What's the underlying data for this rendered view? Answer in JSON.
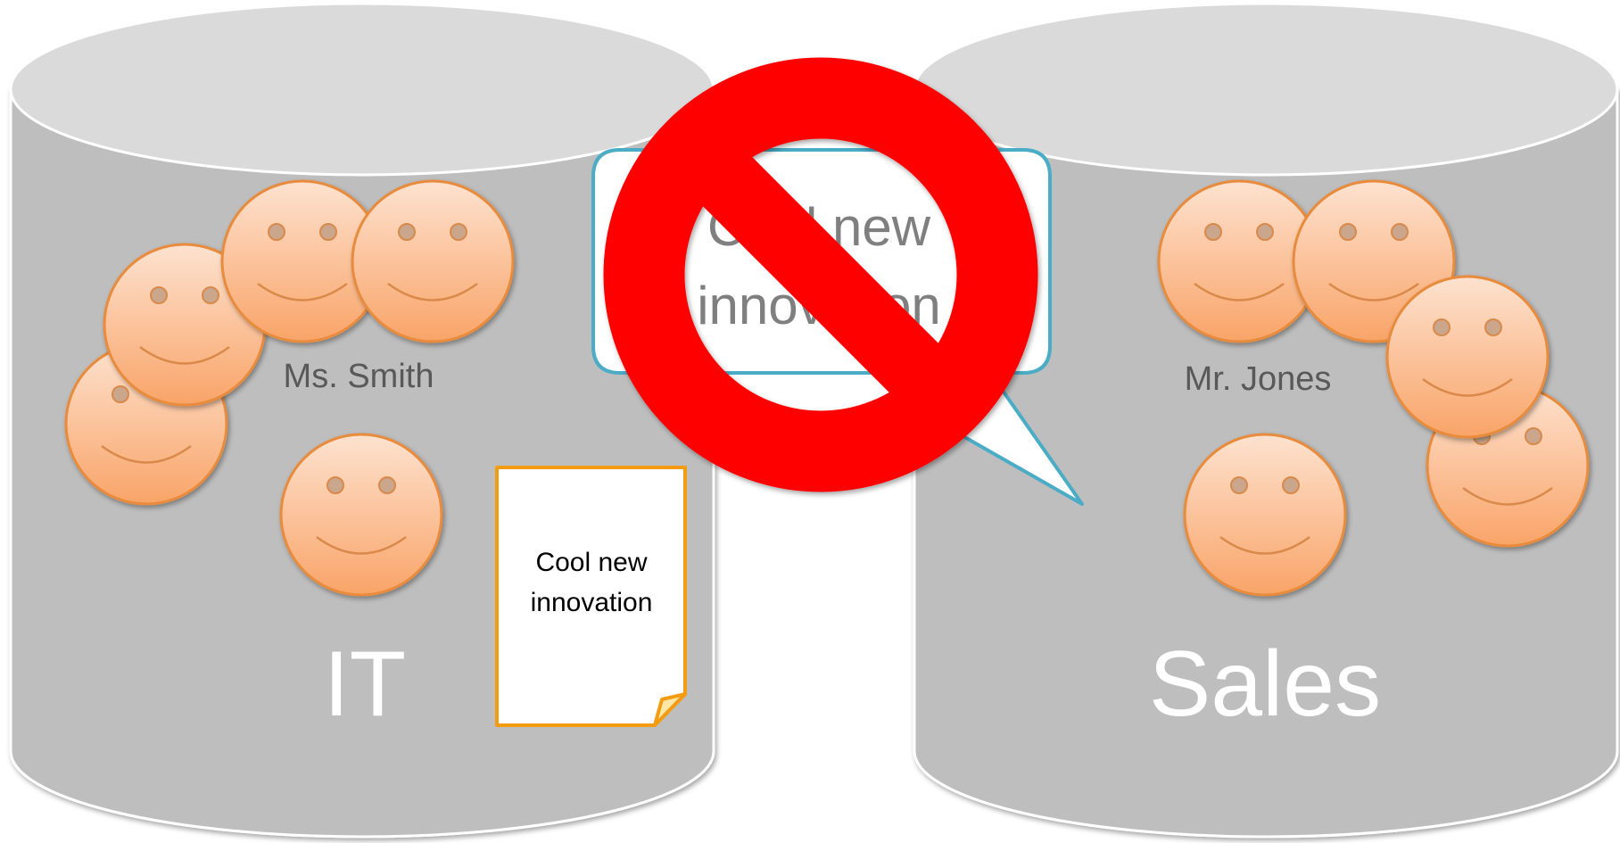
{
  "silos": [
    {
      "id": "it",
      "label": "IT",
      "person": "Ms. Smith"
    },
    {
      "id": "sales",
      "label": "Sales",
      "person": "Mr. Jones"
    }
  ],
  "document": {
    "lines": [
      "Cool new",
      "innovation"
    ]
  },
  "speech": {
    "lines": [
      "Cool new",
      "innovation"
    ]
  },
  "colors": {
    "silo_body": "#bebebe",
    "silo_top": "#dadada",
    "silo_stroke": "#ffffff",
    "face_fill_top": "#fddcc4",
    "face_fill_bottom": "#f9a66e",
    "face_stroke": "#e88b3e",
    "face_feature": "#d98a4b",
    "doc_border": "#f39c12",
    "bubble_border": "#4bacc6",
    "prohibit": "#ff0000",
    "label_white": "#ffffff",
    "label_gray": "#595959"
  },
  "icons": [
    "smiley-face-icon",
    "prohibition-sign-icon",
    "document-icon",
    "speech-bubble-icon"
  ]
}
